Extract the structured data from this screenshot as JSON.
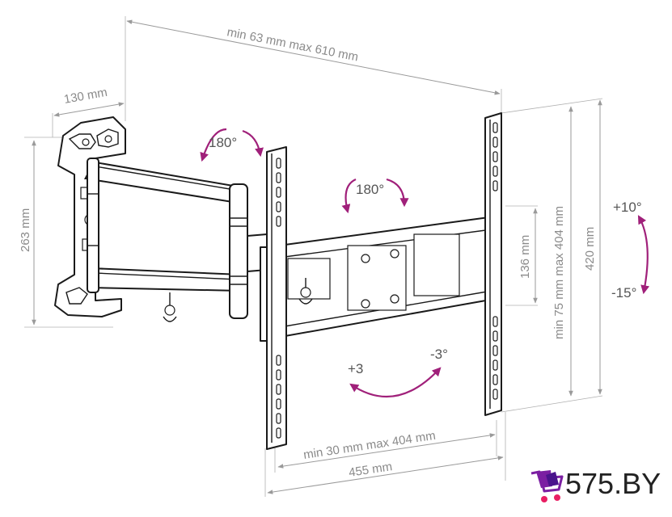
{
  "dimensions": {
    "total_width": "min 63 mm max 610 mm",
    "wall_plate_width": "130 mm",
    "wall_plate_height": "263 mm",
    "tv_bracket_height": "420 mm",
    "vesa_vertical": "min 75 mm max 404 mm",
    "center_height": "136 mm",
    "vesa_horizontal": "min 30 mm max 404 mm",
    "bracket_width": "455 mm"
  },
  "rotations": {
    "arm_swivel": "180°",
    "head_swivel": "180°",
    "tilt_up": "+10°",
    "tilt_down": "-15°",
    "level_plus": "+3",
    "level_minus": "-3°"
  },
  "brand": {
    "logo_text": "575.BY",
    "accent_color": "#a0207a",
    "logo_cart_color": "#7b1fa2"
  }
}
